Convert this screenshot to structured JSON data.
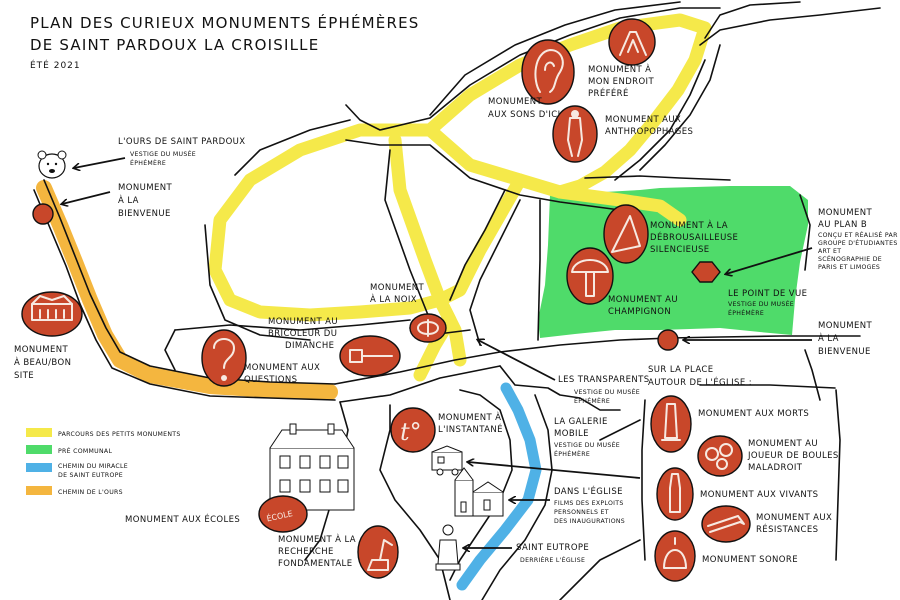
{
  "title_line1": "PLAN DES CURIEUX MONUMENTS ÉPHÉMÈRES",
  "title_line2": "DE SAINT PARDOUX LA CROISILLE",
  "season": "ÉTÉ 2021",
  "colors": {
    "parcours": "#f5e94a",
    "pre": "#4fdb6a",
    "miracle": "#4fb1e6",
    "ours": "#f4b63f",
    "monument": "#c8472a"
  },
  "legend": [
    {
      "label": "PARCOURS DES PETITS MONUMENTS",
      "color": "#f5e94a"
    },
    {
      "label": "PRÉ COMMUNAL",
      "color": "#4fdb6a"
    },
    {
      "label_l1": "CHEMIN DU MIRACLE",
      "label_l2": "DE SAINT EUTROPE",
      "color": "#4fb1e6"
    },
    {
      "label": "CHEMIN DE L'OURS",
      "color": "#f4b63f"
    }
  ],
  "labels": {
    "ours_l1": "L'OURS DE SAINT PARDOUX",
    "ours_l2": "VESTIGE DU MUSÉE",
    "ours_l3": "ÉPHÉMÈRE",
    "bienvenue1_l1": "MONUMENT",
    "bienvenue1_l2": "À LA",
    "bienvenue1_l3": "BIENVENUE",
    "beau_l1": "MONUMENT",
    "beau_l2": "À BEAU/BON",
    "beau_l3": "SITE",
    "sons_l1": "MONUMENT",
    "sons_l2": "AUX SONS D'ICI",
    "endroit_l1": "MONUMENT À",
    "endroit_l2": "MON ENDROIT",
    "endroit_l3": "PRÉFÉRÉ",
    "anthropo_l1": "MONUMENT AUX",
    "anthropo_l2": "ANTHROPOPHAGES",
    "debrous_l1": "MONUMENT À LA",
    "debrous_l2": "DÉBROUSAILLEUSE",
    "debrous_l3": "SILENCIEUSE",
    "plan_b_l1": "MONUMENT",
    "plan_b_l2": "AU PLAN B",
    "plan_b_n1": "CONÇU ET RÉALISÉ PAR UN",
    "plan_b_n2": "GROUPE D'ÉTUDIANTES EN",
    "plan_b_n3": "ART ET",
    "plan_b_n4": "SCÉNOGRAPHIE DE",
    "plan_b_n5": "PARIS ET LIMOGES",
    "point_l1": "LE POINT DE VUE",
    "point_l2": "VESTIGE DU MUSÉE",
    "point_l3": "ÉPHÉMÈRE",
    "champi_l1": "MONUMENT AU",
    "champi_l2": "CHAMPIGNON",
    "bienvenue2_l1": "MONUMENT",
    "bienvenue2_l2": "À LA",
    "bienvenue2_l3": "BIENVENUE",
    "noix_l1": "MONUMENT",
    "noix_l2": "À LA NOIX",
    "bricoleur_l1": "MONUMENT AU",
    "bricoleur_l2": "BRICOLEUR DU",
    "bricoleur_l3": "DIMANCHE",
    "questions_l1": "MONUMENT AUX",
    "questions_l2": "QUESTIONS",
    "transparents_l1": "LES TRANSPARENTS",
    "transparents_l2": "VESTIGE DU MUSÉE",
    "transparents_l3": "ÉPHÉMÈRE",
    "place_l1": "SUR LA PLACE",
    "place_l2": "AUTOUR DE L'ÉGLISE :",
    "morts": "MONUMENT AUX MORTS",
    "boules_l1": "MONUMENT AU",
    "boules_l2": "JOUEUR DE BOULES",
    "boules_l3": "MALADROIT",
    "vivants": "MONUMENT AUX VIVANTS",
    "resist_l1": "MONUMENT AUX",
    "resist_l2": "RÉSISTANCES",
    "sonore": "MONUMENT SONORE",
    "instant_l1": "MONUMENT À",
    "instant_l2": "L'INSTANTANÉ",
    "instant_icon": "t°",
    "galerie_l1": "LA GALERIE",
    "galerie_l2": "MOBILE",
    "galerie_l3": "VESTIGE DU MUSÉE",
    "galerie_l4": "ÉPHÉMÈRE",
    "eglise_l1": "DANS L'ÉGLISE",
    "eglise_l2": "FILMS DES EXPLOITS",
    "eglise_l3": "PERSONNELS ET",
    "eglise_l4": "DES INAUGURATIONS",
    "eutrope_l1": "SAINT EUTROPE",
    "eutrope_l2": "DERRIÈRE L'ÉGLISE",
    "ecoles": "MONUMENT AUX ÉCOLES",
    "ecoles_sign": "ÉCOLE",
    "recherche_l1": "MONUMENT À LA",
    "recherche_l2": "RECHERCHE",
    "recherche_l3": "FONDAMENTALE"
  }
}
